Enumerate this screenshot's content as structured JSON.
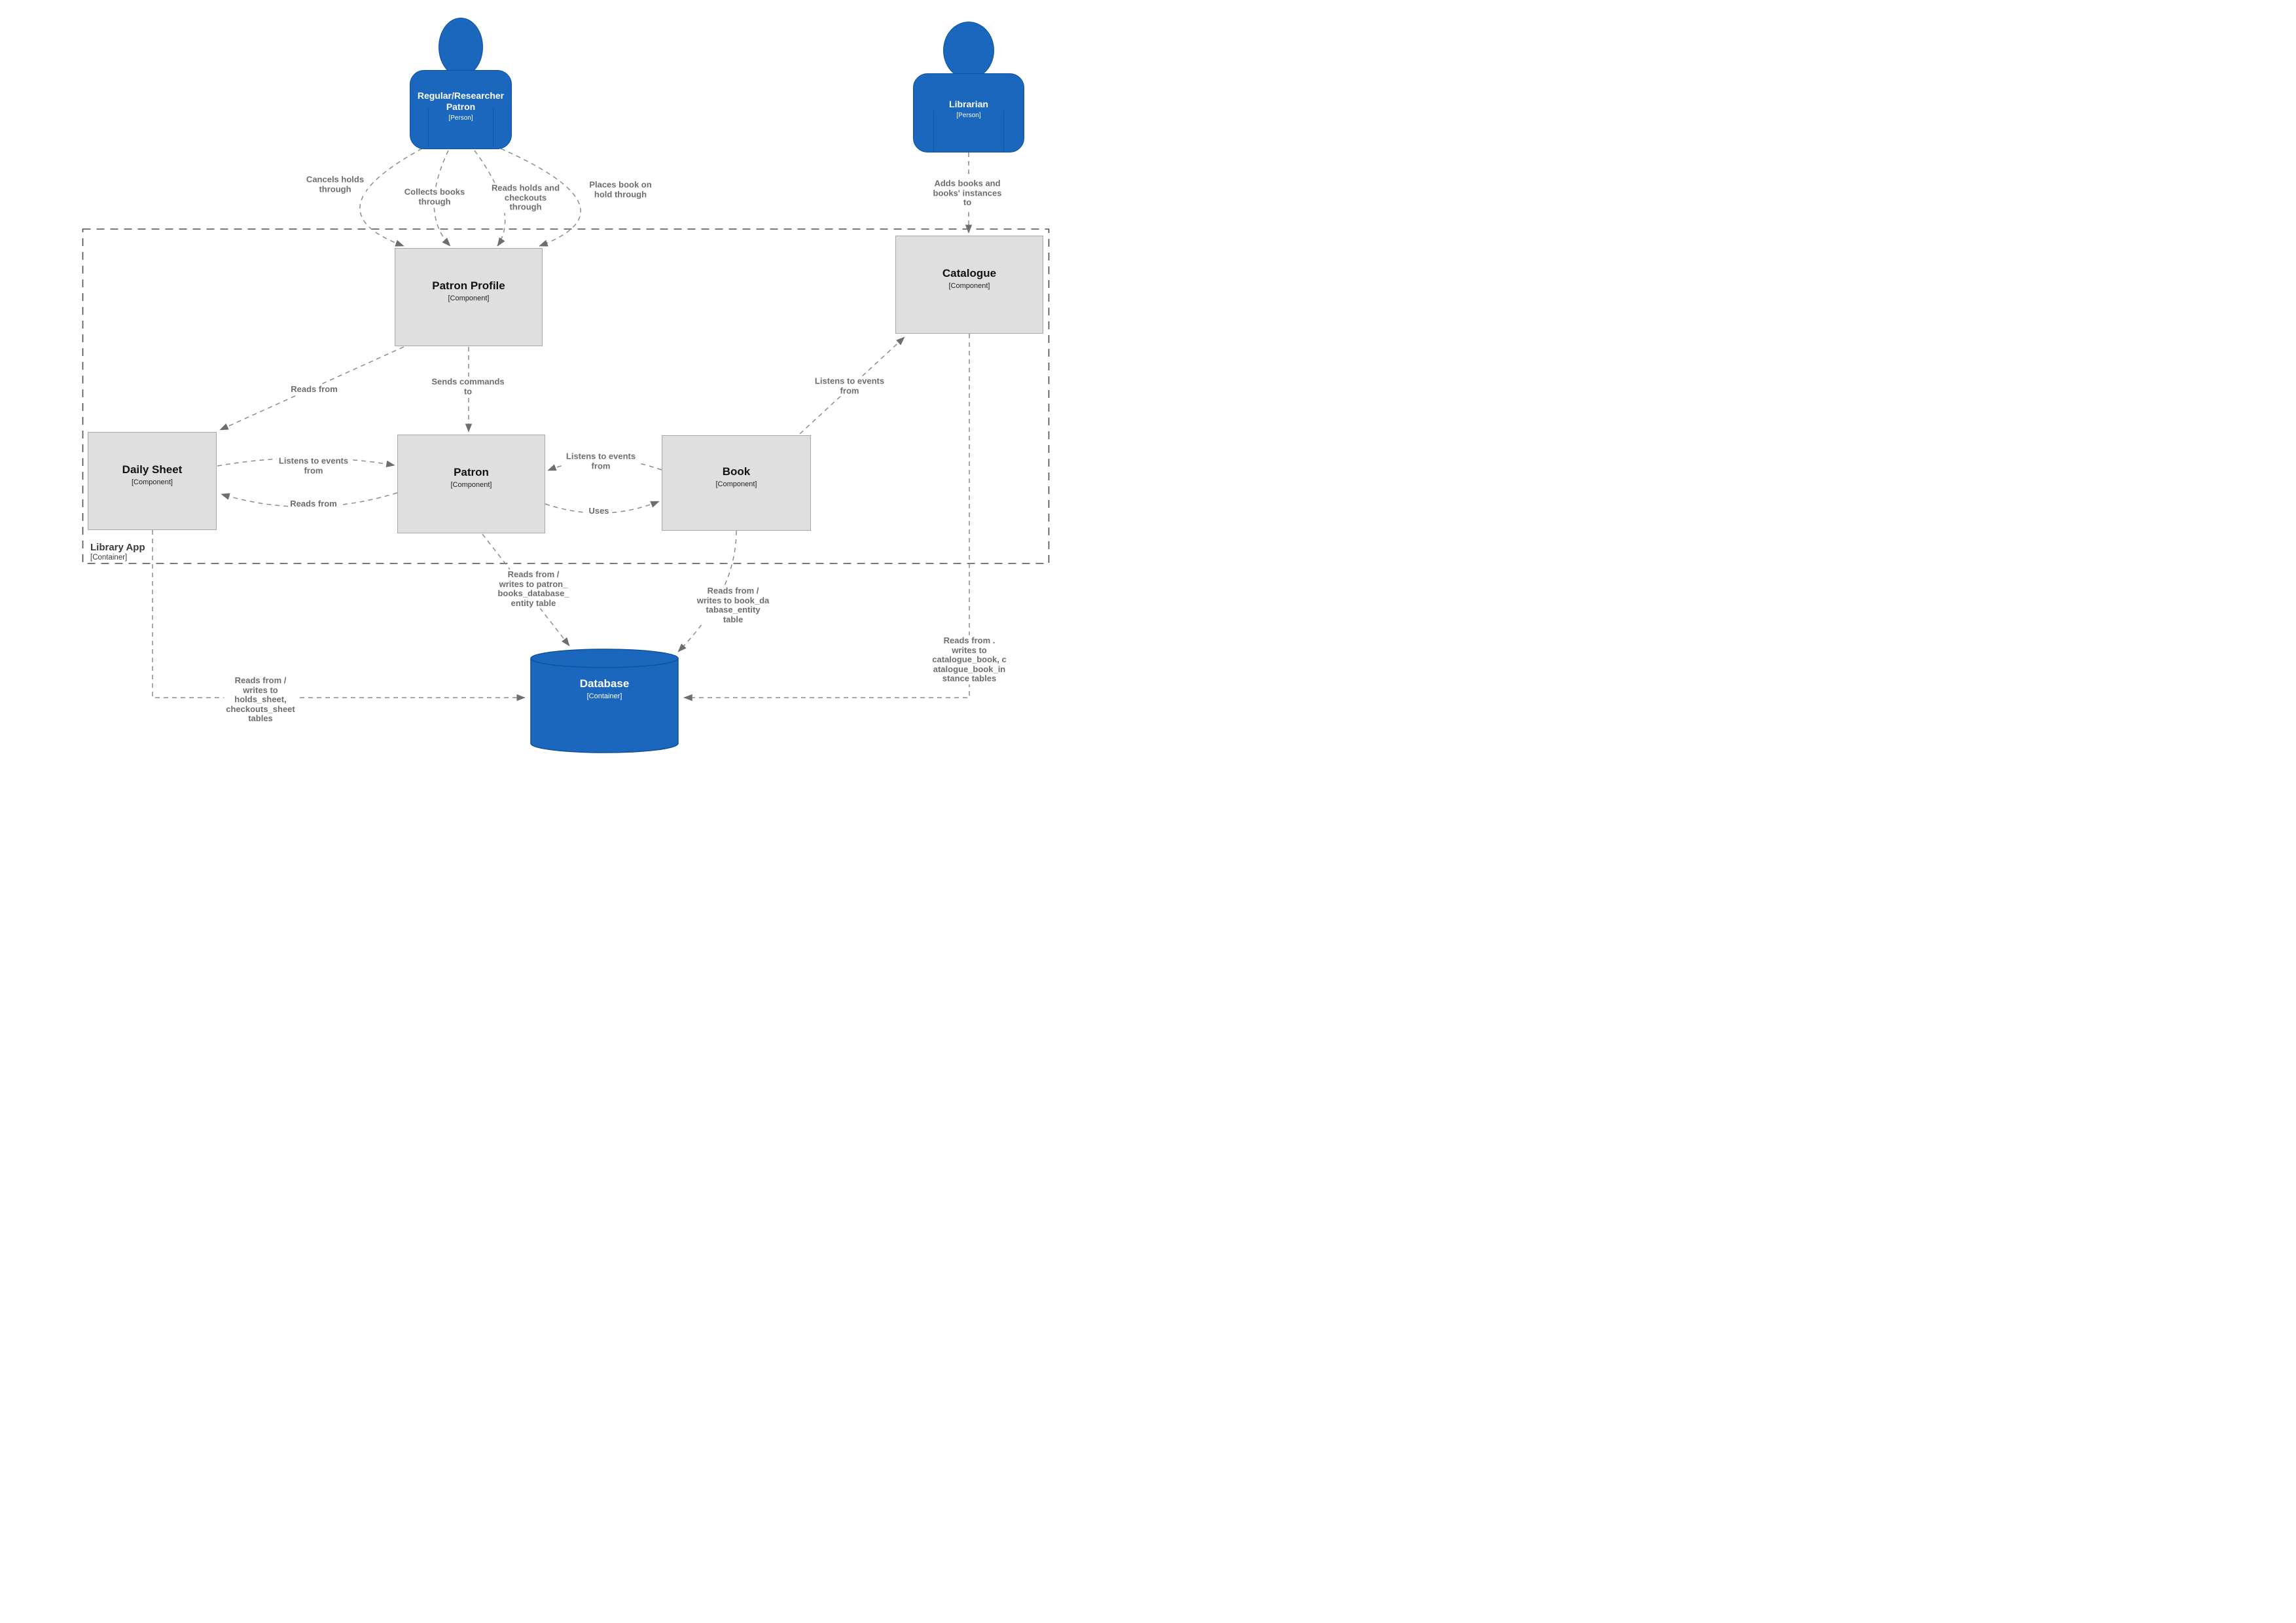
{
  "diagram_type": "C4 component diagram",
  "colors": {
    "person_fill": "#1B67BE",
    "person_border": "#11519B",
    "component_fill": "#DFDFDF",
    "component_border": "#A8A8A8",
    "connector_gray": "#8C8C8C",
    "arrowhead_gray": "#6E6E6E",
    "label_gray": "#6E6E6E",
    "boundary_gray": "#4D4D4D"
  },
  "persons": [
    {
      "name": "Regular/Researcher Patron",
      "type": "[Person]"
    },
    {
      "name": "Librarian",
      "type": "[Person]"
    }
  ],
  "boundary": {
    "name": "Library App",
    "type": "[Container]"
  },
  "components": [
    {
      "name": "Patron Profile",
      "type": "[Component]"
    },
    {
      "name": "Catalogue",
      "type": "[Component]"
    },
    {
      "name": "Daily Sheet",
      "type": "[Component]"
    },
    {
      "name": "Patron",
      "type": "[Component]"
    },
    {
      "name": "Book",
      "type": "[Component]"
    }
  ],
  "database": {
    "name": "Database",
    "type": "[Container]"
  },
  "relationships": [
    {
      "id": "patron-cancels-holds",
      "from": "Regular/Researcher Patron",
      "to": "Patron Profile",
      "label": "Cancels holds\nthrough"
    },
    {
      "id": "patron-collects-books",
      "from": "Regular/Researcher Patron",
      "to": "Patron Profile",
      "label": "Collects books\nthrough"
    },
    {
      "id": "patron-reads-holds",
      "from": "Regular/Researcher Patron",
      "to": "Patron Profile",
      "label": "Reads holds and\ncheckouts\nthrough"
    },
    {
      "id": "patron-places-hold",
      "from": "Regular/Researcher Patron",
      "to": "Patron Profile",
      "label": "Places book on\nhold through"
    },
    {
      "id": "librarian-adds-books",
      "from": "Librarian",
      "to": "Catalogue",
      "label": "Adds books and\nbooks' instances\nto"
    },
    {
      "id": "profile-reads-dailysheet",
      "from": "Patron Profile",
      "to": "Daily Sheet",
      "label": "Reads from"
    },
    {
      "id": "profile-commands-patron",
      "from": "Patron Profile",
      "to": "Patron",
      "label": "Sends commands\nto"
    },
    {
      "id": "book-listens-catalogue",
      "from": "Book",
      "to": "Catalogue",
      "label": "Listens to events\nfrom"
    },
    {
      "id": "patron-listens-dailysheet",
      "from": "Daily Sheet",
      "to": "Patron",
      "label": "Listens to events\nfrom"
    },
    {
      "id": "dailysheet-reads-patron",
      "from": "Patron",
      "to": "Daily Sheet",
      "label": "Reads from"
    },
    {
      "id": "patron-listens-book",
      "from": "Book",
      "to": "Patron",
      "label": "Listens to events\nfrom"
    },
    {
      "id": "patron-uses-book",
      "from": "Patron",
      "to": "Book",
      "label": "Uses"
    },
    {
      "id": "patron-db",
      "from": "Patron",
      "to": "Database",
      "label": "Reads from /\nwrites to patron_\nbooks_database_\nentity table"
    },
    {
      "id": "book-db",
      "from": "Book",
      "to": "Database",
      "label": "Reads from /\nwrites to book_da\ntabase_entity\ntable"
    },
    {
      "id": "dailysheet-db",
      "from": "Daily Sheet",
      "to": "Database",
      "label": "Reads from /\nwrites to\nholds_sheet,\ncheckouts_sheet\ntables"
    },
    {
      "id": "catalogue-db",
      "from": "Catalogue",
      "to": "Database",
      "label": "Reads from .\nwrites to\ncatalogue_book, c\natalogue_book_in\nstance tables"
    }
  ]
}
